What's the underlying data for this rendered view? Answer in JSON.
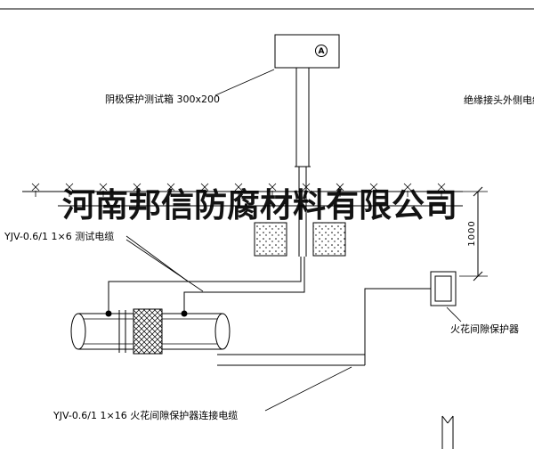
{
  "drawing": {
    "watermark": "河南邦信防腐材料有限公司",
    "labels": {
      "test_box": "阴极保护测试箱 300x200",
      "insulated_joint_cable": "绝缘接头外侧电缆",
      "test_cable": "YJV-0.6/1 1×6 测试电缆",
      "spark_gap_protector": "火花间隙保护器",
      "spark_gap_cable": "YJV-0.6/1 1×16 火花间隙保护器连接电缆",
      "dimension_ground_to_protector": "1000",
      "meter_symbol": "A"
    },
    "colors": {
      "line": "#000000",
      "background": "#ffffff"
    }
  }
}
